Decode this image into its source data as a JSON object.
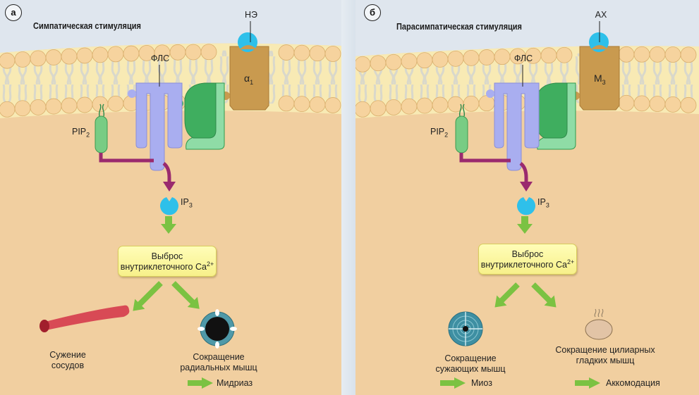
{
  "panels": [
    {
      "badge": "а",
      "title": "Симпатическая стимуляция",
      "ligand": "НЭ",
      "receptor": "α",
      "receptor_sub": "1",
      "enzyme": "ФЛС",
      "substrate": "PIP",
      "substrate_sub": "2",
      "messenger": "IP",
      "messenger_sub": "3",
      "calcium_line1": "Выброс",
      "calcium_line2": "внутриклеточного Ca",
      "calcium_sup": "2+",
      "outcome_left": [
        "Сужение",
        "сосудов"
      ],
      "outcome_right": [
        "Сокращение",
        "радиальных мышц"
      ],
      "result_right": "Мидриаз"
    },
    {
      "badge": "б",
      "title": "Парасимпатическая стимуляция",
      "ligand": "АХ",
      "receptor": "M",
      "receptor_sub": "3",
      "enzyme": "ФЛС",
      "substrate": "PIP",
      "substrate_sub": "2",
      "messenger": "IP",
      "messenger_sub": "3",
      "calcium_line1": "Выброс",
      "calcium_line2": "внутриклеточного Ca",
      "calcium_sup": "2+",
      "outcome_left": [
        "Сокращение",
        "сужающих мышц"
      ],
      "result_left": "Миоз",
      "outcome_right": [
        "Сокращение цилиарных",
        "гладких мышц"
      ],
      "result_right": "Аккомодация"
    }
  ],
  "colors": {
    "background": "#dfe6ee",
    "cytoplasm": "#f1cfa0",
    "membrane_fill": "#f8eab4",
    "lipid_head": "#f6d39e",
    "plc": "#a9aef0",
    "gprotein_dark": "#3fae5f",
    "gprotein_light": "#8fdca6",
    "receptor": "#c99a4f",
    "ligand": "#2ec0ea",
    "purple_arrow": "#9a2a6e",
    "green_arrow": "#7bc242",
    "calcium_box": "#fbf6a0"
  }
}
